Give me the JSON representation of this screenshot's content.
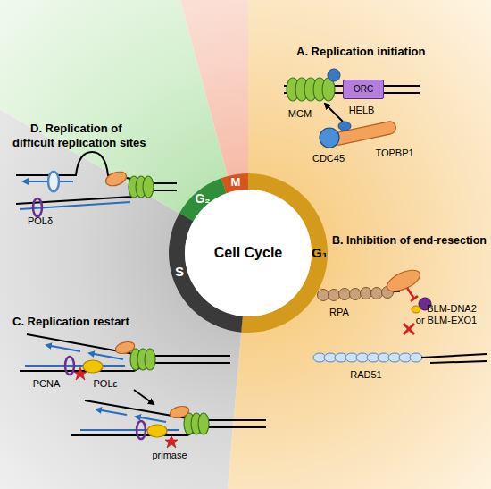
{
  "diagram": {
    "nodes": [
      {
        "text": [
          "Cell Cycle"
        ]
      },
      {
        "text": [
          "ORC"
        ]
      }
    ],
    "labels": [
      "A. Replication initiation",
      "B. Inhibition of end-resection",
      "C. Replication restart",
      "D. Replication of difficult replication sites",
      "MCM",
      "HELB",
      "CDC45",
      "TOPBP1",
      "RPA",
      "BLM-DNA2 or BLM-EXO1",
      "RAD51",
      "POLε",
      "PCNA",
      "primase",
      "POLδ",
      "G₁",
      "S",
      "G₂",
      "M"
    ]
  }
}
